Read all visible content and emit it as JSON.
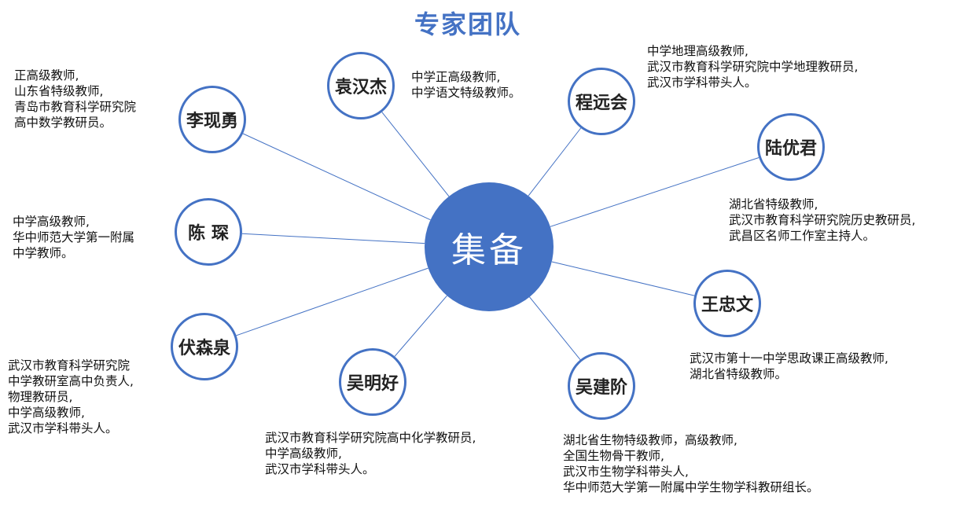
{
  "title": "专家团队",
  "hub": {
    "label": "集备"
  },
  "experts": [
    {
      "key": "yuan",
      "name": "袁汉杰",
      "lines": [
        "中学正高级教师,",
        "中学语文特级教师。"
      ]
    },
    {
      "key": "cheng",
      "name": "程远会",
      "lines": [
        "中学地理高级教师,",
        "武汉市教育科学研究院中学地理教研员,",
        "武汉市学科带头人。"
      ]
    },
    {
      "key": "lu",
      "name": "陆优君",
      "lines": [
        "湖北省特级教师,",
        "武汉市教育科学研究院历史教研员,",
        "武昌区名师工作室主持人。"
      ]
    },
    {
      "key": "wang",
      "name": "王忠文",
      "lines": [
        "武汉市第十一中学思政课正高级教师,",
        "湖北省特级教师。"
      ]
    },
    {
      "key": "wujianjie",
      "name": "吴建阶",
      "lines": [
        "湖北省生物特级教师，高级教师,",
        "全国生物骨干教师,",
        "武汉市生物学科带头人,",
        "华中师范大学第一附属中学生物学科教研组长。"
      ]
    },
    {
      "key": "wuminghao",
      "name": "吴明好",
      "lines": [
        "武汉市教育科学研究院高中化学教研员,",
        "中学高级教师,",
        "武汉市学科带头人。"
      ]
    },
    {
      "key": "fu",
      "name": "伏森泉",
      "lines": [
        "武汉市教育科学研究院",
        "中学教研室高中负责人,",
        "物理教研员,",
        "中学高级教师,",
        "武汉市学科带头人。"
      ]
    },
    {
      "key": "chen",
      "name": "陈 琛",
      "lines": [
        "中学高级教师,",
        "华中师范大学第一附属",
        "中学教师。"
      ]
    },
    {
      "key": "li",
      "name": "李现勇",
      "lines": [
        "正高级教师,",
        "山东省特级教师,",
        "青岛市教育科学研究院",
        "高中数学教研员。"
      ]
    }
  ]
}
